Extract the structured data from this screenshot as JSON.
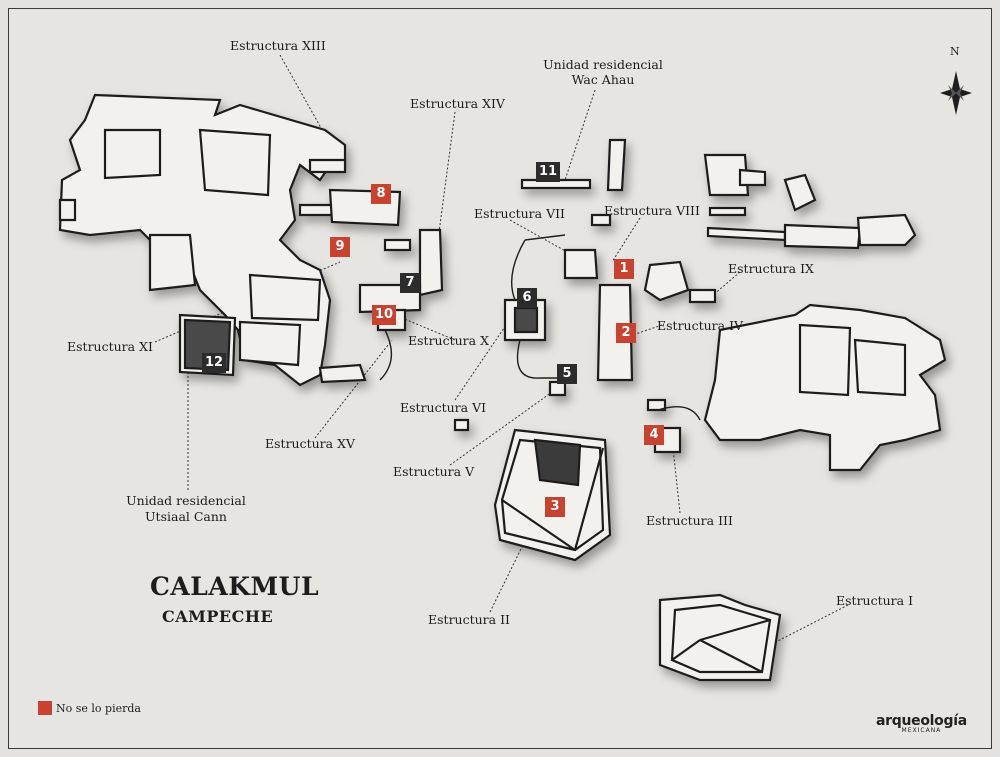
{
  "map": {
    "title": "CALAKMUL",
    "subtitle": "CAMPECHE",
    "north_label": "N",
    "legend_label": "No se lo pierda",
    "legend_color": "#c9412f",
    "brand_name": "arqueología",
    "brand_sub": "MEXICANA",
    "compass_icon": "compass-rose-icon"
  },
  "labels": {
    "estructura_xiii": "Estructura XIII",
    "estructura_xiv": "Estructura XIV",
    "unidad_wac_1": "Unidad residencial",
    "unidad_wac_2": "Wac Ahau",
    "estructura_vii": "Estructura VII",
    "estructura_viii": "Estructura VIII",
    "estructura_ix": "Estructura IX",
    "estructura_iv": "Estructura IV",
    "estructura_x": "Estructura X",
    "estructura_xi": "Estructura XI",
    "estructura_vi": "Estructura VI",
    "estructura_xv": "Estructura XV",
    "estructura_v": "Estructura V",
    "estructura_iii": "Estructura III",
    "unidad_utsiaal_1": "Unidad residencial",
    "unidad_utsiaal_2": "Utsiaal Cann",
    "estructura_ii": "Estructura II",
    "estructura_i": "Estructura I"
  },
  "markers": {
    "m1": "1",
    "m2": "2",
    "m3": "3",
    "m4": "4",
    "m5": "5",
    "m6": "6",
    "m7": "7",
    "m8": "8",
    "m9": "9",
    "m10": "10",
    "m11": "11",
    "m12": "12"
  }
}
